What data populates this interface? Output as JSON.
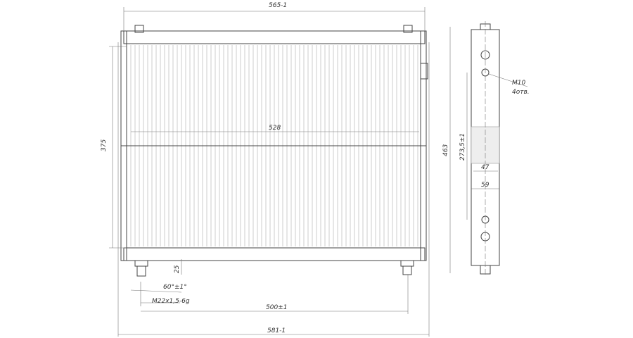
{
  "dimensions": {
    "overall_width_top": "565-1",
    "core_height": "375",
    "core_width": "528",
    "fitting_height": "25",
    "cone_angle": "60°±1°",
    "thread": "M22x1,5-6g",
    "fitting_spacing": "500±1",
    "overall_width_bottom": "581-1",
    "overall_height": "463",
    "mount_spacing": "273,5±1",
    "core_depth": "47",
    "tank_depth": "59",
    "mount_thread": "M10",
    "mount_count": "4отв."
  }
}
